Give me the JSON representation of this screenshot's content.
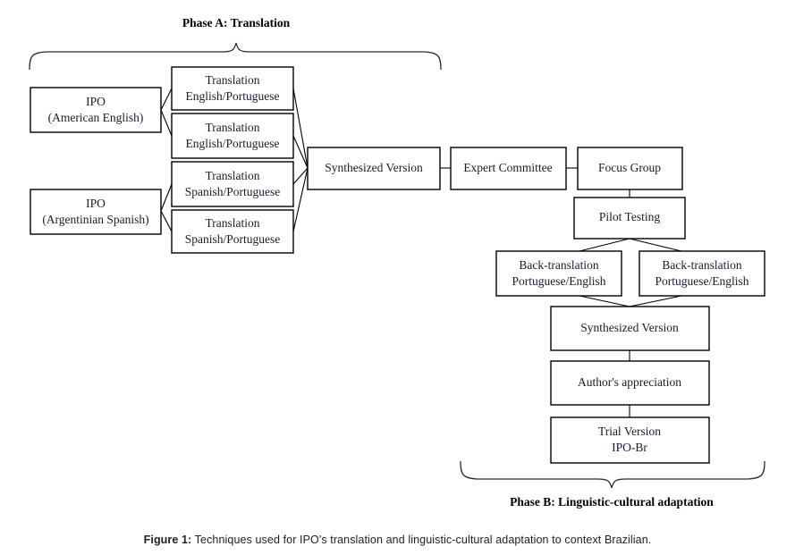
{
  "figure": {
    "caption_prefix": "Figure 1:",
    "caption_text": " Techniques used for IPO's translation and linguistic-cultural adaptation to context Brazilian."
  },
  "phases": {
    "a_label": "Phase A: Translation",
    "b_label": "Phase B: Linguistic-cultural adaptation"
  },
  "nodes": {
    "ipo_english_line1": "IPO",
    "ipo_english_line2": "(American English)",
    "ipo_spanish_line1": "IPO",
    "ipo_spanish_line2": "(Argentinian Spanish)",
    "trans_en_1_line1": "Translation",
    "trans_en_1_line2": "English/Portuguese",
    "trans_en_2_line1": "Translation",
    "trans_en_2_line2": "English/Portuguese",
    "trans_es_1_line1": "Translation",
    "trans_es_1_line2": "Spanish/Portuguese",
    "trans_es_2_line1": "Translation",
    "trans_es_2_line2": "Spanish/Portuguese",
    "synth_a": "Synthesized Version",
    "expert_committee": "Expert Committee",
    "focus_group": "Focus Group",
    "pilot_testing": "Pilot Testing",
    "back_trans_left_line1": "Back-translation",
    "back_trans_left_line2": "Portuguese/English",
    "back_trans_right_line1": "Back-translation",
    "back_trans_right_line2": "Portuguese/English",
    "synth_b": "Synthesized Version",
    "author_appreciation": "Author's appreciation",
    "trial_version_line1": "Trial Version",
    "trial_version_line2": "IPO-Br"
  },
  "colors": {
    "background": "#ffffff",
    "box_stroke": "#000000",
    "box_fill": "#ffffff",
    "text": "#1a1a2e",
    "brace": "#2b2b2b",
    "caption": "#222222"
  }
}
